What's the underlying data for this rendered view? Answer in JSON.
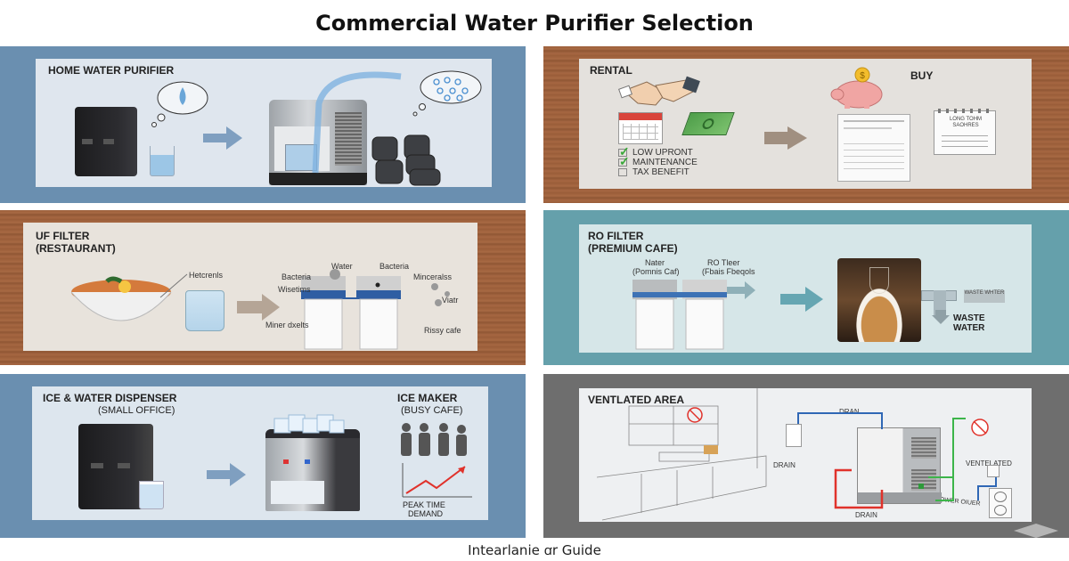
{
  "title": "Commercial Water Purifier Selection",
  "footer": "Intearlanie ꭤr Guide",
  "panels": {
    "home": {
      "heading": "HOME WATER PURIFIER",
      "icons": [
        "compact-purifier",
        "water-glass",
        "thought-bubble-single-drop",
        "arrow-right",
        "commercial-dispenser",
        "thought-bubble-many-drops",
        "carbon-filter-cartridges"
      ]
    },
    "rental": {
      "heading_left": "RENTAL",
      "heading_right": "BUY",
      "checklist": [
        {
          "label": "LOW UPRONT",
          "checked": true
        },
        {
          "label": "MAINTENANCE",
          "checked": true
        },
        {
          "label": "TAX BENEFIT",
          "checked": false
        }
      ],
      "notepad_title": "LONG TOHM SAOHRES",
      "icons": [
        "handshake",
        "calendar",
        "cash-stack",
        "arrow-right",
        "piggy-bank",
        "receipt",
        "notepad"
      ]
    },
    "uf": {
      "heading_line1": "UF FILTER",
      "heading_line2": "(RESTAURANT)",
      "callouts": {
        "bowl": "Hetcrenls",
        "water": "Water",
        "bacteria_top": "Bacteria",
        "bacteria_left": "Bacteria",
        "minerals": "Minceralss",
        "wisetims": "Wisetims",
        "miner": "Miner dxelts",
        "viatr": "Viatr",
        "rissy": "Rissy cafe"
      }
    },
    "ro": {
      "heading_line1": "RO FILTER",
      "heading_line2": "(PREMIUM CAFE)",
      "filter1_line1": "Nater",
      "filter1_line2": "(Pomnis Caf)",
      "filter2_line1": "RO Tleer",
      "filter2_line2": "(Fbais Fbeqols",
      "waste_tag": "WASTE WHTER",
      "waste_label_line1": "WASTE",
      "waste_label_line2": "WATER"
    },
    "ice": {
      "heading_left_line1": "ICE & WATER DISPENSER",
      "heading_left_line2": "(SMALL OFFICE)",
      "heading_right_line1": "ICE MAKER",
      "heading_right_line2": "(BUSY CAFE)",
      "chart_label_line1": "PEAK TIME",
      "chart_label_line2": "DEMAND"
    },
    "vent": {
      "heading": "VENTLATED AREA",
      "dran": "DRAN",
      "drain_left": "DRAIN",
      "drain_bottom": "DRAIN",
      "ventelated": "VENTELATED",
      "power": "POWER OIUER"
    }
  },
  "colors": {
    "blue_frame": "#6a8fb0",
    "teal_frame": "#65a0ab",
    "grey_frame": "#6e6e6e",
    "wood": "#a06440",
    "pipe_red": "#e0322b",
    "pipe_blue": "#2f67b5",
    "pipe_green": "#3cb54a",
    "check_green": "#3aa83a"
  }
}
